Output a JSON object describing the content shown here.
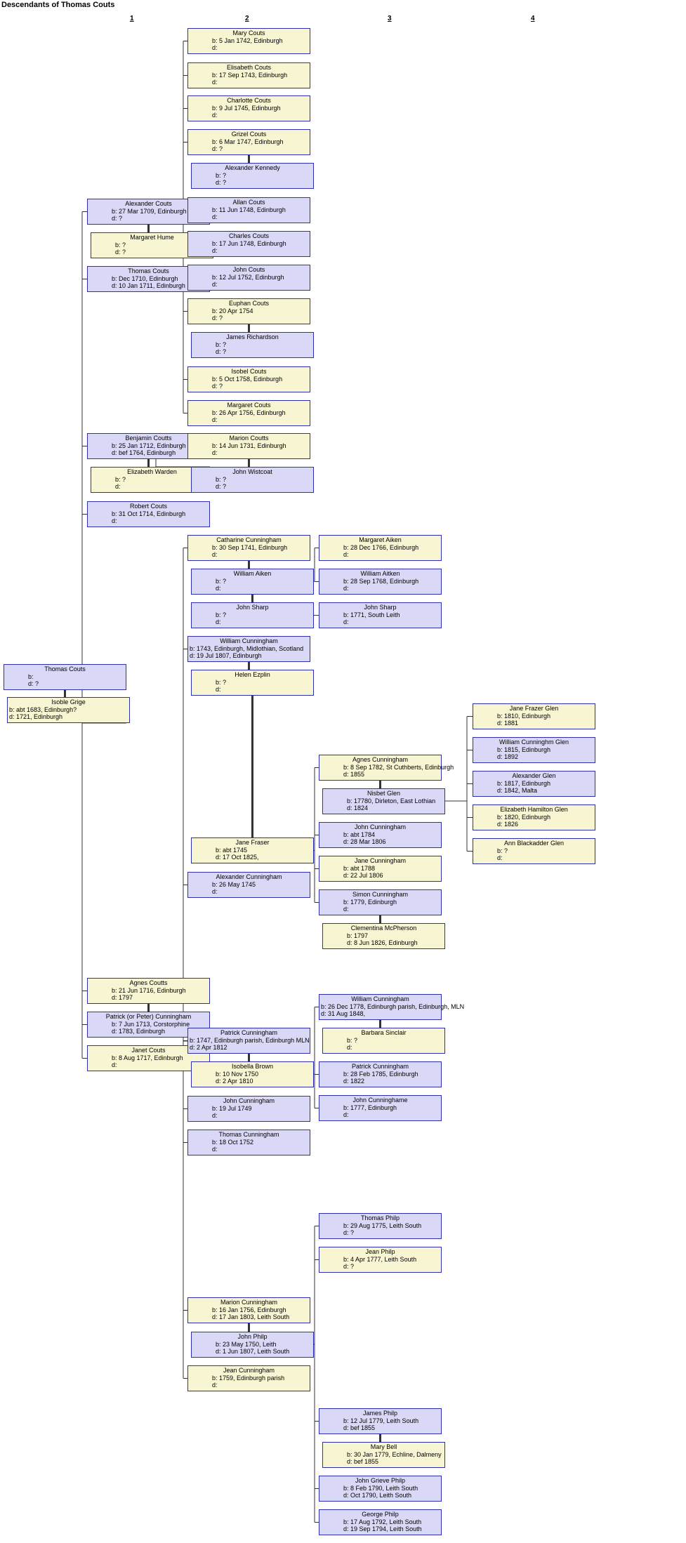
{
  "title": "Descendants of Thomas Couts",
  "generations": [
    "1",
    "2",
    "3",
    "4"
  ],
  "colors": {
    "male": "#d9d9f7",
    "female": "#f7f5d2",
    "border": "#2d2fb0",
    "line": "#333333"
  },
  "people": {
    "p_thomas": {
      "name": "Thomas Couts",
      "b": "b:",
      "d": "d: ?",
      "sex": "m"
    },
    "p_isoble": {
      "name": "Isoble Grige",
      "b": "b: abt 1683, Edinburgh?",
      "d": "d: 1721, Edinburgh",
      "sex": "f"
    },
    "p_alexander": {
      "name": "Alexander Couts",
      "b": "b: 27 Mar 1709, Edinburgh",
      "d": "d: ?",
      "sex": "m"
    },
    "p_margaret_hume": {
      "name": "Margaret Hume",
      "b": "b: ?",
      "d": "d: ?",
      "sex": "f"
    },
    "p_thomas2": {
      "name": "Thomas Couts",
      "b": "b: Dec 1710, Edinburgh",
      "d": "d: 10 Jan 1711, Edinburgh",
      "sex": "m"
    },
    "p_benjamin": {
      "name": "Benjamin Coutts",
      "b": "b: 25 Jan 1712, Edinburgh",
      "d": "d: bef 1764, Edinburgh",
      "sex": "m"
    },
    "p_elizabeth_warden": {
      "name": "Elizabeth Warden",
      "b": "b: ?",
      "d": "d:",
      "sex": "f"
    },
    "p_robert": {
      "name": "Robert Couts",
      "b": "b: 31 Oct 1714, Edinburgh",
      "d": "d:",
      "sex": "m"
    },
    "p_agnes": {
      "name": "Agnes Coutts",
      "b": "b: 21 Jun 1716, Edinburgh",
      "d": "d: 1797",
      "sex": "f"
    },
    "p_patrick": {
      "name": "Patrick (or Peter) Cunningham",
      "b": "b: 7 Jun 1713, Corstorphine",
      "d": "d: 1783, Edinburgh",
      "sex": "m"
    },
    "p_janet": {
      "name": "Janet Couts",
      "b": "b: 8 Aug 1717, Edinburgh",
      "d": "d:",
      "sex": "f"
    },
    "p_mary": {
      "name": "Mary Couts",
      "b": "b: 5 Jan 1742, Edinburgh",
      "d": "d:",
      "sex": "f"
    },
    "p_elisabeth": {
      "name": "Elisabeth Couts",
      "b": "b: 17 Sep 1743, Edinburgh",
      "d": "d:",
      "sex": "f"
    },
    "p_charlotte": {
      "name": "Charlotte Couts",
      "b": "b: 9 Jul 1745, Edinburgh",
      "d": "d:",
      "sex": "f"
    },
    "p_grizel": {
      "name": "Grizel Couts",
      "b": "b: 6 Mar 1747, Edinburgh",
      "d": "d: ?",
      "sex": "f"
    },
    "p_alex_kennedy": {
      "name": "Alexander Kennedy",
      "b": "b: ?",
      "d": "d: ?",
      "sex": "m"
    },
    "p_allan": {
      "name": "Allan Couts",
      "b": "b: 11 Jun 1748, Edinburgh",
      "d": "d:",
      "sex": "m"
    },
    "p_charles": {
      "name": "Charles Couts",
      "b": "b: 17 Jun 1748, Edinburgh",
      "d": "d:",
      "sex": "m"
    },
    "p_john": {
      "name": "John Couts",
      "b": "b: 12 Jul 1752, Edinburgh",
      "d": "d:",
      "sex": "m"
    },
    "p_euphan": {
      "name": "Euphan Couts",
      "b": "b: 20 Apr 1754",
      "d": "d: ?",
      "sex": "f"
    },
    "p_james_richardson": {
      "name": "James Richardson",
      "b": "b: ?",
      "d": "d: ?",
      "sex": "m"
    },
    "p_isobel": {
      "name": "Isobel Couts",
      "b": "b: 5 Oct 1758, Edinburgh",
      "d": "d: ?",
      "sex": "f"
    },
    "p_margaret_c": {
      "name": "Margaret Couts",
      "b": "b: 26 Apr 1756, Edinburgh",
      "d": "d:",
      "sex": "f"
    },
    "p_marion_c": {
      "name": "Marion Coutts",
      "b": "b: 14 Jun 1731, Edinburgh",
      "d": "d:",
      "sex": "f"
    },
    "p_john_wistcoat": {
      "name": "John Wistcoat",
      "b": "b: ?",
      "d": "d: ?",
      "sex": "m"
    },
    "p_catharine": {
      "name": "Catharine Cunningham",
      "b": "b: 30 Sep 1741, Edinburgh",
      "d": "d:",
      "sex": "f"
    },
    "p_william_aiken": {
      "name": "William Aiken",
      "b": "b: ?",
      "d": "d:",
      "sex": "m"
    },
    "p_john_sharp": {
      "name": "John Sharp",
      "b": "b: ?",
      "d": "d:",
      "sex": "m"
    },
    "p_william_c": {
      "name": "William Cunningham",
      "b": "b: 1743, Edinburgh, Midlothian, Scotland",
      "d": "d: 19 Jul 1807, Edinburgh",
      "sex": "m"
    },
    "p_helen": {
      "name": "Helen Ezplin",
      "b": "b: ?",
      "d": "d:",
      "sex": "f"
    },
    "p_jane_fraser": {
      "name": "Jane Fraser",
      "b": "b: abt 1745",
      "d": "d: 17 Oct 1825,",
      "sex": "f"
    },
    "p_alexander_c": {
      "name": "Alexander Cunningham",
      "b": "b: 26 May 1745",
      "d": "d:",
      "sex": "m"
    },
    "p_patrick_c": {
      "name": "Patrick Cunningham",
      "b": "b: 1747, Edinburgh parish, Edinburgh MLN",
      "d": "d: 2 Apr 1812",
      "sex": "m"
    },
    "p_isobella": {
      "name": "Isobella Brown",
      "b": "b: 10 Nov 1750",
      "d": "d: 2 Apr 1810",
      "sex": "f"
    },
    "p_john_c": {
      "name": "John Cunningham",
      "b": "b: 19 Jul 1749",
      "d": "d:",
      "sex": "m"
    },
    "p_thomas_c": {
      "name": "Thomas Cunningham",
      "b": "b: 18 Oct 1752",
      "d": "d:",
      "sex": "m"
    },
    "p_marion_cu": {
      "name": "Marion Cunningham",
      "b": "b: 16 Jan 1756, Edinburgh",
      "d": "d: 17 Jan 1803, Leith South",
      "sex": "f"
    },
    "p_john_philp": {
      "name": "John Philp",
      "b": "b: 23 May 1750, Leith",
      "d": "d: 1 Jun 1807, Leith South",
      "sex": "m"
    },
    "p_jean_c": {
      "name": "Jean Cunningham",
      "b": "b: 1759, Edinburgh parish",
      "d": "d:",
      "sex": "f"
    },
    "p_margaret_aiken": {
      "name": "Margaret Aiken",
      "b": "b: 28 Dec 1766, Edinburgh",
      "d": "d:",
      "sex": "f"
    },
    "p_william_aitken": {
      "name": "William Aitken",
      "b": "b: 28 Sep 1768, Edinburgh",
      "d": "d:",
      "sex": "m"
    },
    "p_john_sharp2": {
      "name": "John Sharp",
      "b": "b: 1771, South Leith",
      "d": "d:",
      "sex": "m"
    },
    "p_agnes_c": {
      "name": "Agnes Cunningham",
      "b": "b: 8 Sep 1782, St Cuthberts, Edinburgh",
      "d": "d: 1855",
      "sex": "f"
    },
    "p_nisbet": {
      "name": "Nisbet Glen",
      "b": "b: 17780, Dirleton, East Lothian",
      "d": "d: 1824",
      "sex": "m"
    },
    "p_john_c2": {
      "name": "John Cunningham",
      "b": "b: abt 1784",
      "d": "d: 28 Mar 1806",
      "sex": "m"
    },
    "p_jane_c": {
      "name": "Jane Cunningham",
      "b": "b: abt 1788",
      "d": "d: 22 Jul 1806",
      "sex": "f"
    },
    "p_simon": {
      "name": "Simon Cunningham",
      "b": "b: 1779, Edinburgh",
      "d": "d:",
      "sex": "m"
    },
    "p_clementina": {
      "name": "Clementina McPherson",
      "b": "b: 1797",
      "d": "d: 8 Jun 1826, Edinburgh",
      "sex": "f"
    },
    "p_william_c2": {
      "name": "William Cunningham",
      "b": "b: 26 Dec 1778, Edinburgh parish, Edinburgh, MLN",
      "d": "d: 31 Aug 1848,",
      "sex": "m"
    },
    "p_barbara": {
      "name": "Barbara Sinclair",
      "b": "b: ?",
      "d": "d:",
      "sex": "f"
    },
    "p_patrick_c2": {
      "name": "Patrick Cunningham",
      "b": "b: 28 Feb 1785, Edinburgh",
      "d": "d: 1822",
      "sex": "m"
    },
    "p_john_cunninghame": {
      "name": "John Cunninghame",
      "b": "b: 1777, Edinburgh",
      "d": "d:",
      "sex": "m"
    },
    "p_thomas_philp": {
      "name": "Thomas Philp",
      "b": "b: 29 Aug 1775, Leith South",
      "d": "d: ?",
      "sex": "m"
    },
    "p_jean_philp": {
      "name": "Jean Philp",
      "b": "b: 4 Apr 1777, Leith South",
      "d": "d: ?",
      "sex": "f"
    },
    "p_james_philp": {
      "name": "James Philp",
      "b": "b: 12 Jul 1779, Leith South",
      "d": "d: bef 1855",
      "sex": "m"
    },
    "p_mary_bell": {
      "name": "Mary Bell",
      "b": "b: 30 Jan 1779, Echline, Dalmeny",
      "d": "d: bef 1855",
      "sex": "f"
    },
    "p_john_grieve": {
      "name": "John Grieve Philp",
      "b": "b: 8 Feb 1790, Leith South",
      "d": "d: Oct 1790, Leith South",
      "sex": "m"
    },
    "p_george_philp": {
      "name": "George Philp",
      "b": "b: 17 Aug 1792, Leith South",
      "d": "d: 19 Sep 1794, Leith South",
      "sex": "m"
    },
    "p_jane_frazer": {
      "name": "Jane Frazer Glen",
      "b": "b: 1810, Edinburgh",
      "d": "d: 1881",
      "sex": "f"
    },
    "p_william_glen": {
      "name": "William Cunninghm Glen",
      "b": "b: 1815, Edinburgh",
      "d": "d: 1892",
      "sex": "m"
    },
    "p_alexander_glen": {
      "name": "Alexander Glen",
      "b": "b: 1817, Edinburgh",
      "d": "d: 1842, Malta",
      "sex": "m"
    },
    "p_elizabeth_glen": {
      "name": "Elizabeth Hamilton Glen",
      "b": "b: 1820, Edinburgh",
      "d": "d: 1826",
      "sex": "f"
    },
    "p_ann_glen": {
      "name": "Ann Blackadder Glen",
      "b": "b: ?",
      "d": "d:",
      "sex": "f"
    }
  }
}
